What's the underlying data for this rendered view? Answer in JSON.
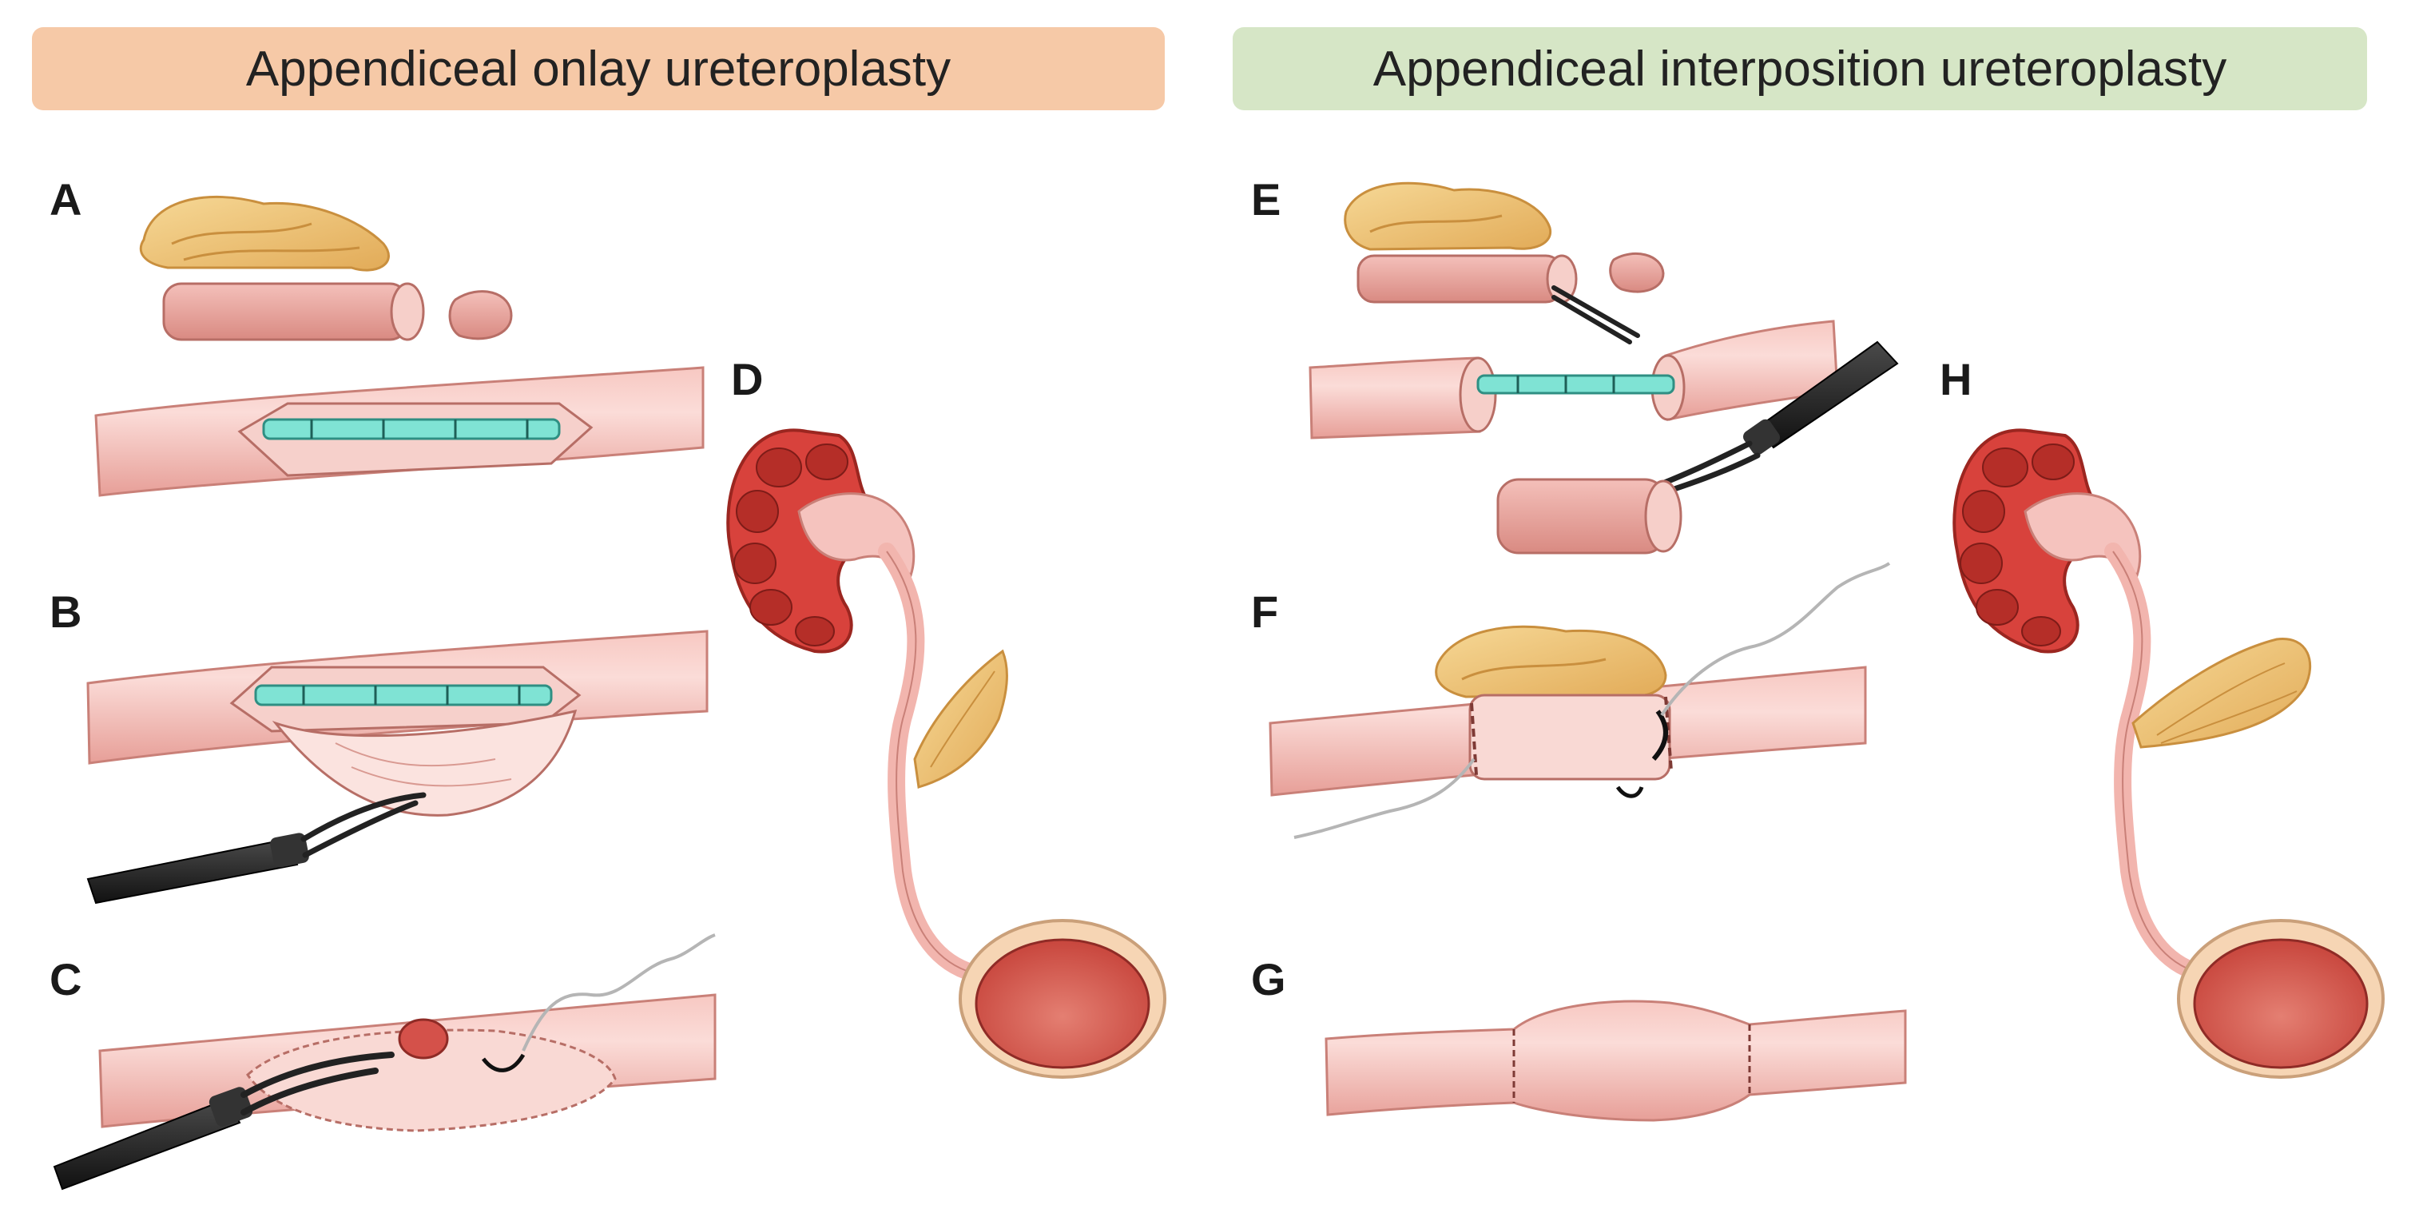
{
  "headers": {
    "left": "Appendiceal onlay ureteroplasty",
    "right": "Appendiceal interposition ureteroplasty"
  },
  "panels": [
    "A",
    "B",
    "C",
    "D",
    "E",
    "F",
    "G",
    "H"
  ],
  "colors": {
    "ureter": "#f2b5ae",
    "ureter_edge": "#c98078",
    "kidney": "#d8423c",
    "kidney_light": "#f5c3be",
    "mesoappendix": "#f1c77a",
    "stent": "#7fe3d4",
    "instrument": "#1c1c1c",
    "bladder": "#d9665a",
    "bladder_rim": "#f6d5b4"
  }
}
